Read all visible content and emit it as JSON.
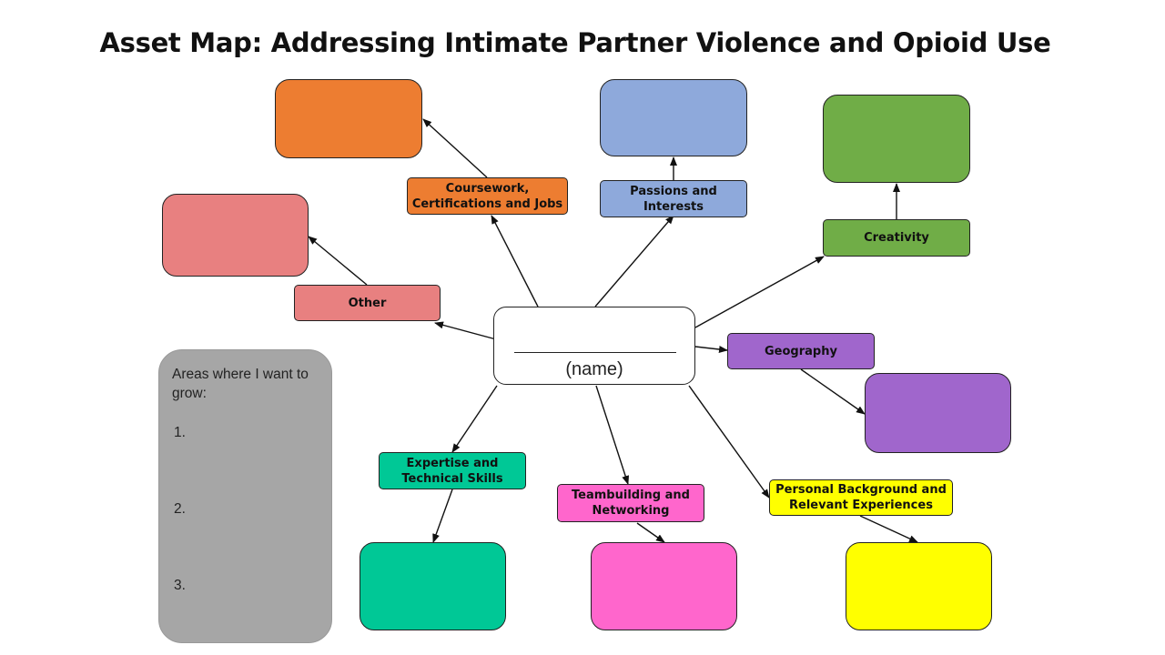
{
  "title": "Asset Map: Addressing Intimate Partner Violence and Opioid Use",
  "center": {
    "placeholder": "(name)"
  },
  "categories": {
    "coursework": {
      "label_line1": "Coursework,",
      "label_line2": "Certifications and Jobs",
      "color": "#ED7D31"
    },
    "passions": {
      "label_line1": "Passions and",
      "label_line2": "Interests",
      "color": "#8EA9DB"
    },
    "creativity": {
      "label": "Creativity",
      "color": "#70AD47"
    },
    "other": {
      "label": "Other",
      "color": "#E88080"
    },
    "geography": {
      "label": "Geography",
      "color": "#A066CC"
    },
    "expertise": {
      "label_line1": "Expertise and",
      "label_line2": "Technical Skills",
      "color": "#00C896"
    },
    "teambuilding": {
      "label_line1": "Teambuilding and",
      "label_line2": "Networking",
      "color": "#FF66CC"
    },
    "personal": {
      "label_line1": "Personal Background and",
      "label_line2": "Relevant Experiences",
      "color": "#FFFF00"
    }
  },
  "growth": {
    "heading": "Areas where I want to grow:",
    "items": [
      "1.",
      "2.",
      "3."
    ]
  }
}
